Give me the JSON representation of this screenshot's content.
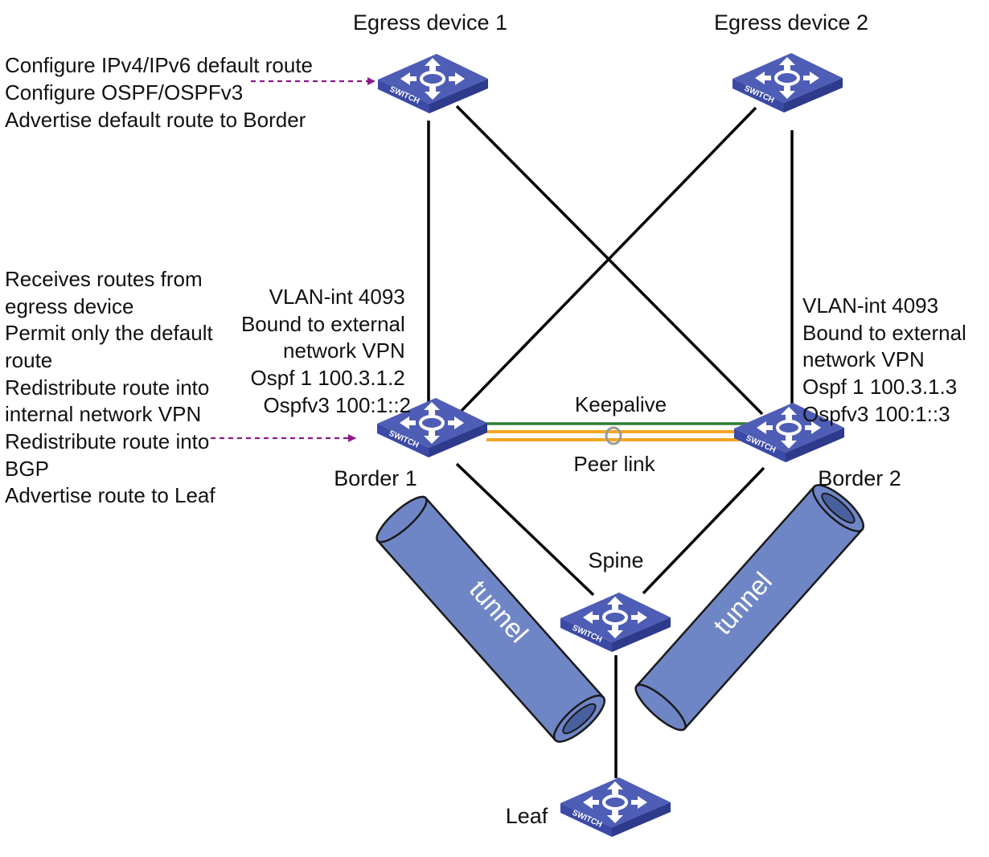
{
  "colors": {
    "link": "#000000",
    "keepalive": "#2e7d32",
    "peer_link": "#f5a623",
    "arrow": "#8b1a89",
    "switch_top": "#4e5db5",
    "switch_side": "#2e3a8c",
    "tunnel": "#6f86c6"
  },
  "devices": {
    "egress1": {
      "label": "Egress device 1",
      "icon_text": "SWITCH"
    },
    "egress2": {
      "label": "Egress device 2",
      "icon_text": "SWITCH"
    },
    "border1": {
      "label": "Border 1",
      "icon_text": "SWITCH"
    },
    "border2": {
      "label": "Border 2",
      "icon_text": "SWITCH"
    },
    "spine": {
      "label": "Spine",
      "icon_text": "SWITCH"
    },
    "leaf": {
      "label": "Leaf",
      "icon_text": "SWITCH"
    }
  },
  "links": {
    "keepalive": "Keepalive",
    "peer_link": "Peer link",
    "tunnel_left": "tunnel",
    "tunnel_right": "tunnel"
  },
  "notes": {
    "egress_config": [
      "Configure IPv4/IPv6 default route",
      "Configure OSPF/OSPFv3",
      "Advertise default route to Border"
    ],
    "border_routes": [
      "Receives routes from",
      "egress device",
      "Permit only the default",
      "route",
      "Redistribute route into",
      "internal network VPN",
      "Redistribute route into",
      "BGP",
      "Advertise route to Leaf"
    ],
    "border1_iface": [
      "VLAN-int 4093",
      "Bound to external",
      "network VPN",
      "Ospf 1 100.3.1.2",
      "Ospfv3 100:1::2"
    ],
    "border2_iface": [
      "VLAN-int 4093",
      "Bound to external",
      "network VPN",
      "Ospf 1 100.3.1.3",
      "Ospfv3 100:1::3"
    ]
  }
}
